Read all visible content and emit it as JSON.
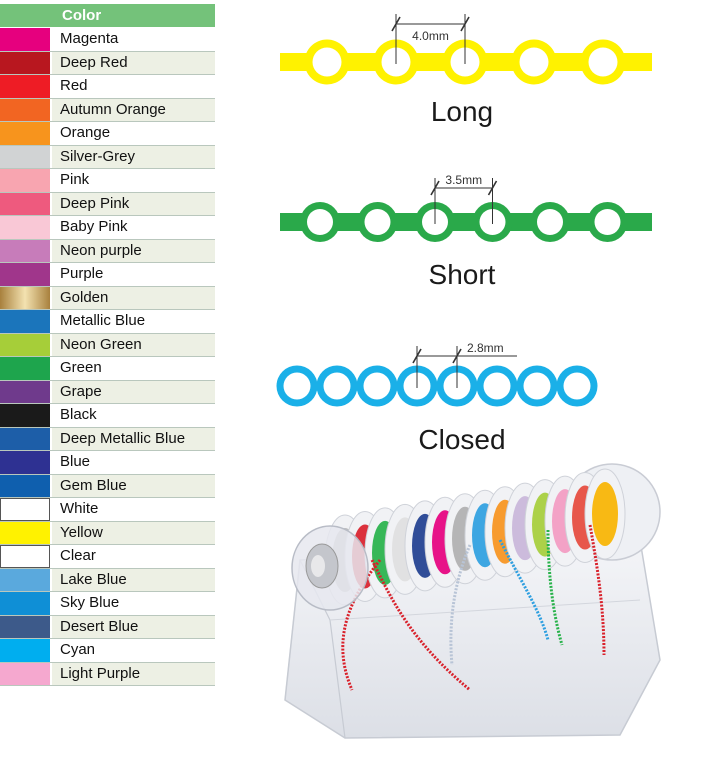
{
  "color_table": {
    "header": "Color",
    "header_color": "#74c27a",
    "rows": [
      {
        "name": "Magenta",
        "color": "#e6007e"
      },
      {
        "name": "Deep Red",
        "color": "#b8171f"
      },
      {
        "name": "Red",
        "color": "#ee1c25"
      },
      {
        "name": "Autumn Orange",
        "color": "#f26522"
      },
      {
        "name": "Orange",
        "color": "#f7941d"
      },
      {
        "name": "Silver-Grey",
        "color": "#d1d3d4"
      },
      {
        "name": "Pink",
        "color": "#f8a5b0"
      },
      {
        "name": "Deep Pink",
        "color": "#ee5a7e"
      },
      {
        "name": "Baby Pink",
        "color": "#f9c8d6"
      },
      {
        "name": "Neon purple",
        "color": "#c77cba"
      },
      {
        "name": "Purple",
        "color": "#a0368b"
      },
      {
        "name": "Golden",
        "color": "gradient-gold"
      },
      {
        "name": "Metallic Blue",
        "color": "#1b75bb"
      },
      {
        "name": "Neon Green",
        "color": "#a6ce39"
      },
      {
        "name": "Green",
        "color": "#1ea54d"
      },
      {
        "name": "Grape",
        "color": "#6f3a8c"
      },
      {
        "name": "Black",
        "color": "#1a1a1a"
      },
      {
        "name": "Deep Metallic Blue",
        "color": "#1d5ea8"
      },
      {
        "name": "Blue",
        "color": "#2e3192"
      },
      {
        "name": "Gem Blue",
        "color": "#0f5fae"
      },
      {
        "name": "White",
        "color": "#ffffff"
      },
      {
        "name": "Yellow",
        "color": "#fff200"
      },
      {
        "name": "Clear",
        "color": "#ffffff"
      },
      {
        "name": "Lake Blue",
        "color": "#5aa9dd"
      },
      {
        "name": "Sky Blue",
        "color": "#0f8fd6"
      },
      {
        "name": "Desert Blue",
        "color": "#3d5a8a"
      },
      {
        "name": "Cyan",
        "color": "#00aeef"
      },
      {
        "name": "Light Purple",
        "color": "#f5a8cf"
      }
    ]
  },
  "chains": [
    {
      "label": "Long",
      "dimension": "4.0mm",
      "color": "#fff200",
      "rings": 5
    },
    {
      "label": "Short",
      "dimension": "3.5mm",
      "color": "#2aa94a",
      "rings": 6
    },
    {
      "label": "Closed",
      "dimension": "2.8mm",
      "color": "#1ab0e8",
      "rings": 8
    }
  ],
  "dispenser": {
    "spool_colors": [
      "#b8b8b8",
      "#d9212b",
      "#27b24a",
      "#e0e0e0",
      "#1f3f8f",
      "#e6007e",
      "#b0b0b0",
      "#2e9fe0",
      "#f7941d",
      "#c9b6d9",
      "#a6ce39",
      "#f39bc1",
      "#e64a3c",
      "#f8b400"
    ]
  }
}
